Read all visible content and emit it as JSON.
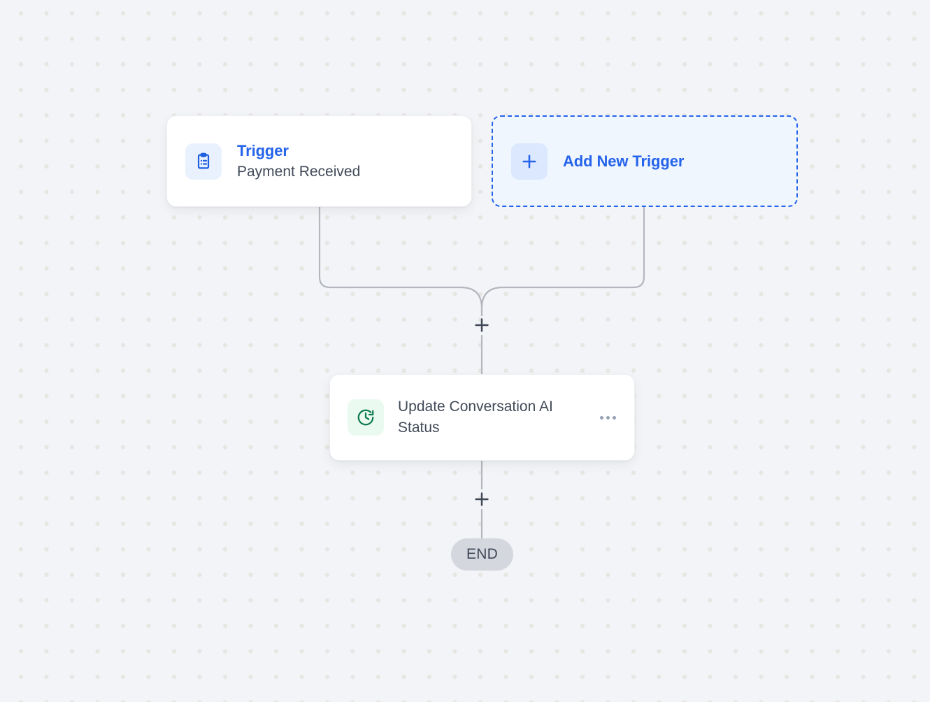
{
  "canvas": {
    "background_color": "#f2f4f7",
    "dot_color": "#e7e6e3",
    "edge_color": "#b4b7be"
  },
  "nodes": {
    "trigger": {
      "icon": "clipboard-list-icon",
      "kind_label": "Trigger",
      "name_label": "Payment Received",
      "kind_color": "#2563eb",
      "name_color": "#414a58"
    },
    "add_trigger": {
      "icon": "plus-icon",
      "label": "Add New Trigger",
      "accent_color": "#2563eb",
      "fill_color": "#eff6fe"
    },
    "action": {
      "icon": "clock-rotate-icon",
      "title": "Update Conversation AI Status",
      "icon_color": "#0f7a4f",
      "menu_icon": "ellipsis-icon"
    },
    "end": {
      "label": "END",
      "background_color": "#d4d7de",
      "text_color": "#3f4757"
    }
  },
  "handles": {
    "add_step_upper": "add-step-icon",
    "add_step_lower": "add-step-icon"
  }
}
